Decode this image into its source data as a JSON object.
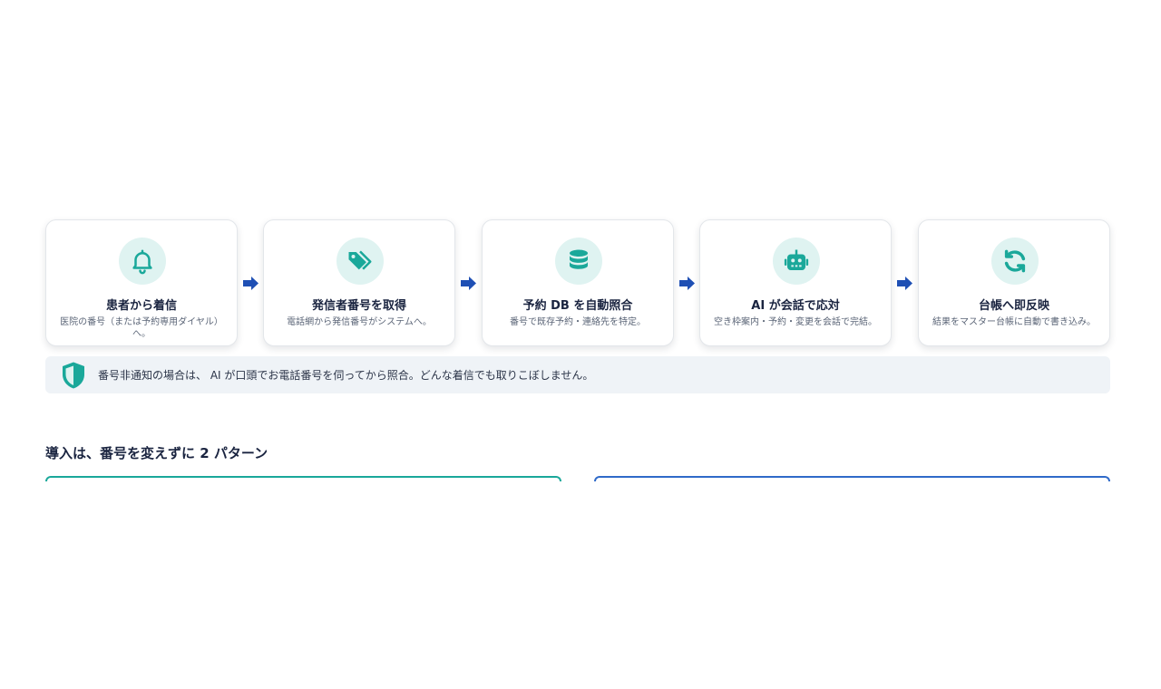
{
  "colors": {
    "teal": "#1aa89a",
    "teal_light": "#dff3f1",
    "arrow_blue": "#1e4fb4",
    "pattern_blue": "#2f6ac9",
    "notice_bg": "#eff3f7"
  },
  "flow": {
    "steps": [
      {
        "icon": "bell-icon",
        "title": "患者から着信",
        "desc": "医院の番号（または予約専用ダイヤル）へ。"
      },
      {
        "icon": "tags-icon",
        "title": "発信者番号を取得",
        "desc": "電話網から発信番号がシステムへ。"
      },
      {
        "icon": "database-icon",
        "title": "予約 DB を自動照合",
        "desc": "番号で既存予約・連絡先を特定。"
      },
      {
        "icon": "robot-icon",
        "title": "AI が会話で応対",
        "desc": "空き枠案内・予約・変更を会話で完結。"
      },
      {
        "icon": "sync-icon",
        "title": "台帳へ即反映",
        "desc": "結果をマスター台帳に自動で書き込み。"
      }
    ]
  },
  "notice": {
    "icon": "shield-icon",
    "text": "番号非通知の場合は、 AI が口頭でお電話番号を伺ってから照合。どんな着信でも取りこぼしません。"
  },
  "patterns": {
    "heading": "導入は、番号を変えずに 2 パターン"
  }
}
